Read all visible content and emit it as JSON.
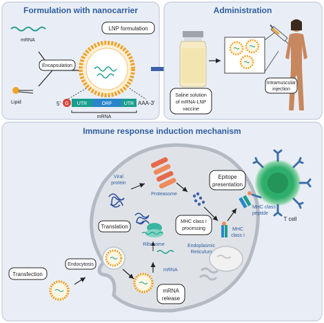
{
  "panels": {
    "formulation_title": "Formulation with nanocarrier",
    "administration_title": "Administration",
    "immune_title": "Immune response induction mechanism"
  },
  "formulation": {
    "mrna_label": "mRNA",
    "lipid_label": "Lipid",
    "encapsulation_label": "Encapsulation",
    "lnp_formulation_label": "LNP formulation",
    "five_prime": "5'",
    "cap_label": "G",
    "utr_left": "UTR",
    "orf": "ORF",
    "utr_right": "UTR",
    "polya": "AAA-3'",
    "mrna_construct_label": "mRNA"
  },
  "administration": {
    "vial_label": "Saline solution of mRNA-LNP vaccine",
    "vial_line1": "Saline solution",
    "vial_line2": "of mRNA-LNP",
    "vial_line3": "vaccine",
    "injection_line1": "Intramuscular",
    "injection_line2": "injection"
  },
  "immune": {
    "transfection": "Transfection",
    "endocytosis": "Endocytosis",
    "translation": "Translation",
    "viral_protein_line1": "Viral",
    "viral_protein_line2": "protein",
    "proteasome": "Proteasome",
    "ribosome": "Ribosome",
    "mrna": "mRNA",
    "mrna_release_line1": "mRNA",
    "mrna_release_line2": "release",
    "mhc_processing_line1": "MHC class I",
    "mhc_processing_line2": "processing",
    "er_line1": "Endoplasmic",
    "er_line2": "Reticulum",
    "mhc_class_i_line1": "MHC",
    "mhc_class_i_line2": "class I",
    "epitope_line1": "Epitope",
    "epitope_line2": "presentation",
    "mhc_peptide_line1": "MHC class I",
    "mhc_peptide_line2": "peptide",
    "tcell": "T cell"
  },
  "colors": {
    "panel_bg": "#e9eef6",
    "title_blue": "#2e5d9e",
    "arrow_blue": "#3d5fa8",
    "lnp_orange": "#f0a228",
    "cap_red": "#d9453a",
    "utr_teal": "#1a9e8e",
    "orf_blue": "#2a86c9",
    "tcell_green": "#2eae6a"
  }
}
